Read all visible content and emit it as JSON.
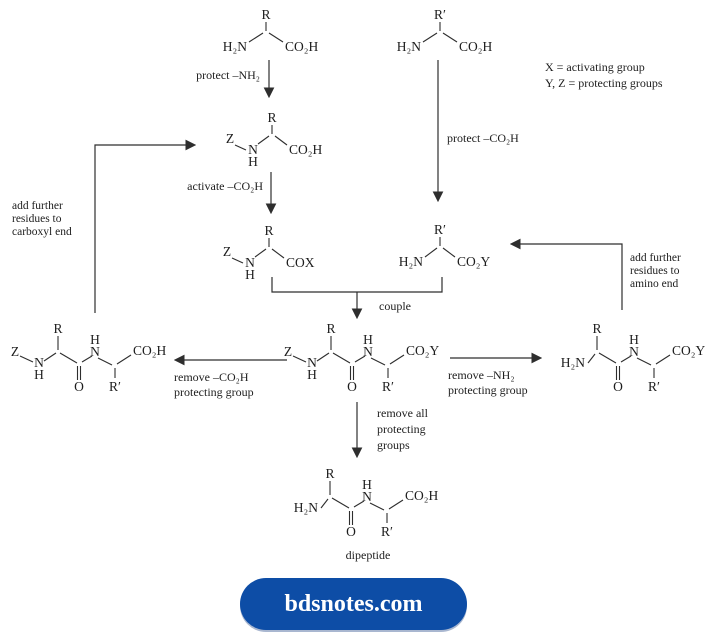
{
  "legend": {
    "line1": "X = activating group",
    "line2": "Y, Z = protecting groups"
  },
  "atoms": {
    "r": "R",
    "r_prime": "R′",
    "h2n": "H₂N",
    "co2h": "CO₂H",
    "co2y": "CO₂Y",
    "cox": "COX",
    "z": "Z",
    "n": "N",
    "h": "H",
    "o": "O"
  },
  "steps": {
    "protect_nh2": "protect –NH₂",
    "protect_co2h": "protect –CO₂H",
    "activate_co2h": "activate –CO₂H",
    "couple": "couple",
    "remove_co2h": [
      "remove –CO₂H",
      "protecting group"
    ],
    "remove_nh2": [
      "remove –NH₂",
      "protecting group"
    ],
    "remove_all": [
      "remove all",
      "protecting",
      "groups"
    ],
    "add_carboxyl": [
      "add further",
      "residues to",
      "carboxyl end"
    ],
    "add_amino": [
      "add further",
      "residues to",
      "amino end"
    ]
  },
  "captions": {
    "dipeptide": "dipeptide"
  },
  "badge": {
    "text": "bdsnotes.com",
    "background": "#0d4da6",
    "color": "#ffffff"
  }
}
